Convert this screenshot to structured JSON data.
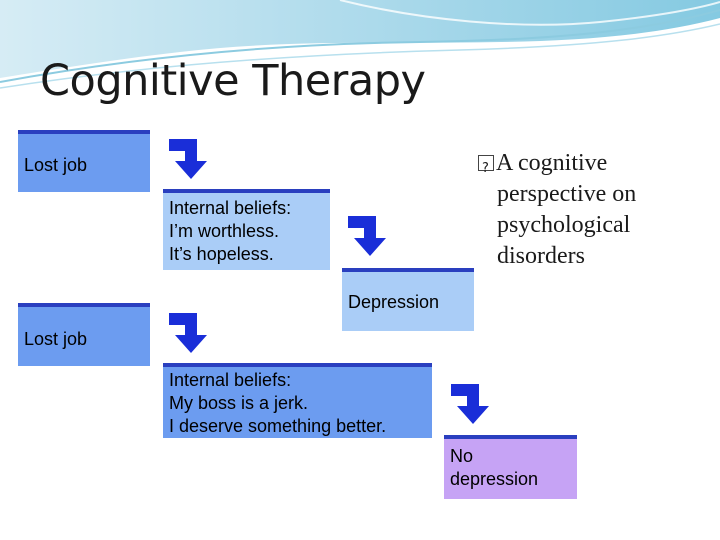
{
  "slide": {
    "title": "Cognitive Therapy"
  },
  "flow_top": {
    "event": "Lost job",
    "beliefs": [
      "Internal beliefs:",
      "I’m worthless.",
      "It’s hopeless."
    ],
    "outcome": "Depression"
  },
  "flow_bottom": {
    "event": "Lost job",
    "beliefs": [
      "Internal beliefs:",
      "My boss is a jerk.",
      "I deserve something better."
    ],
    "outcome": [
      "No",
      "depression"
    ]
  },
  "side_note": {
    "lines": [
      "A cognitive",
      "perspective on",
      "psychological",
      "disorders"
    ]
  },
  "colors": {
    "box_blue": "#6c9cf0",
    "box_light_blue": "#aacdf7",
    "box_purple": "#c6a3f5",
    "box_border": "#2a3fbf",
    "arrow": "#1a2ed8"
  },
  "icons": {
    "arrow": "bent-down-arrow-icon"
  }
}
